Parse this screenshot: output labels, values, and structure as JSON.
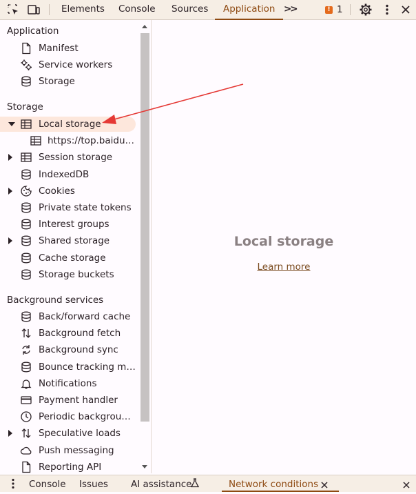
{
  "toolbar": {
    "tabs": [
      "Elements",
      "Console",
      "Sources",
      "Application"
    ],
    "more_label": ">>",
    "issues_count": "1",
    "icons": [
      "inspect-element-icon",
      "device-toggle-icon",
      "issues-icon",
      "gear-icon",
      "more-vert-icon",
      "close-icon"
    ]
  },
  "sidebar": {
    "sections": [
      {
        "heading": "Application",
        "items": [
          {
            "label": "Manifest",
            "icon": "file-icon"
          },
          {
            "label": "Service workers",
            "icon": "gears-icon"
          },
          {
            "label": "Storage",
            "icon": "database-icon"
          }
        ]
      },
      {
        "heading": "Storage",
        "items": [
          {
            "label": "Local storage",
            "icon": "table-icon",
            "expanded": true,
            "selected": true
          },
          {
            "label": "https://top.baidu....",
            "icon": "table-icon"
          },
          {
            "label": "Session storage",
            "icon": "table-icon",
            "expandable": true
          },
          {
            "label": "IndexedDB",
            "icon": "database-icon"
          },
          {
            "label": "Cookies",
            "icon": "cookie-icon",
            "expandable": true
          },
          {
            "label": "Private state tokens",
            "icon": "database-icon"
          },
          {
            "label": "Interest groups",
            "icon": "database-icon"
          },
          {
            "label": "Shared storage",
            "icon": "database-icon",
            "expandable": true
          },
          {
            "label": "Cache storage",
            "icon": "database-icon"
          },
          {
            "label": "Storage buckets",
            "icon": "database-icon"
          }
        ]
      },
      {
        "heading": "Background services",
        "items": [
          {
            "label": "Back/forward cache",
            "icon": "database-icon"
          },
          {
            "label": "Background fetch",
            "icon": "up-down-arrows-icon"
          },
          {
            "label": "Background sync",
            "icon": "sync-icon"
          },
          {
            "label": "Bounce tracking mi...",
            "icon": "database-icon"
          },
          {
            "label": "Notifications",
            "icon": "bell-icon"
          },
          {
            "label": "Payment handler",
            "icon": "credit-card-icon"
          },
          {
            "label": "Periodic backgroun...",
            "icon": "clock-icon"
          },
          {
            "label": "Speculative loads",
            "icon": "up-down-arrows-icon",
            "expandable": true
          },
          {
            "label": "Push messaging",
            "icon": "cloud-icon"
          },
          {
            "label": "Reporting API",
            "icon": "file-icon"
          }
        ]
      }
    ]
  },
  "main": {
    "title": "Local storage",
    "learn_more": "Learn more"
  },
  "drawer": {
    "tabs": [
      "Console",
      "Issues",
      "AI assistance",
      "Network conditions"
    ]
  },
  "colors": {
    "accent": "#8e4a12",
    "selected_bg": "#fde7dc",
    "annotation_arrow": "#e53935"
  }
}
